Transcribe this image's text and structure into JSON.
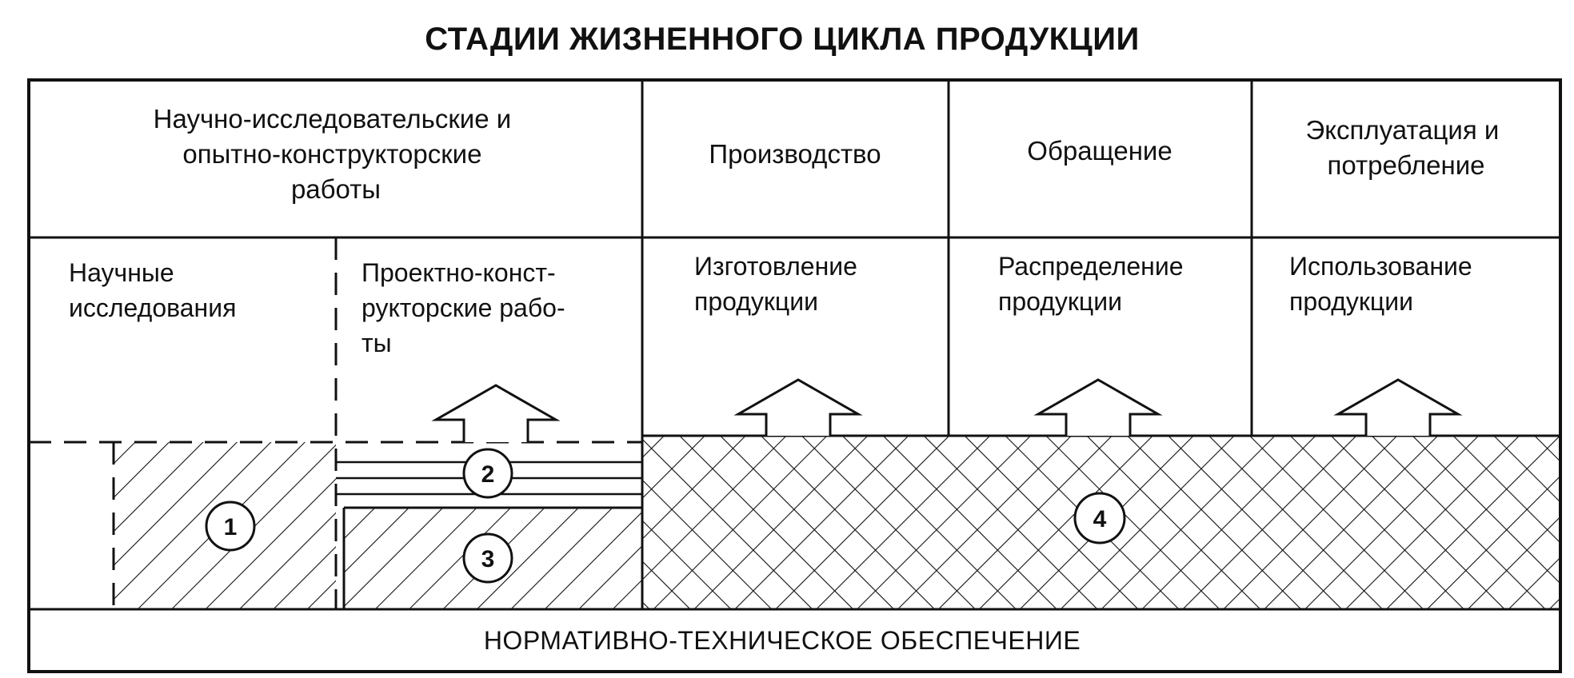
{
  "title": "СТАДИИ ЖИЗНЕННОГО ЦИКЛА ПРОДУКЦИИ",
  "stages": [
    {
      "lines": [
        "Научно-исследовательские и",
        "опытно-конструкторские",
        "работы"
      ]
    },
    {
      "lines": [
        "Производство"
      ]
    },
    {
      "lines": [
        "Обращение"
      ]
    },
    {
      "lines": [
        "Эксплуатация и",
        "потребление"
      ]
    }
  ],
  "substages": [
    {
      "lines": [
        "Научные",
        "исследования"
      ]
    },
    {
      "lines": [
        "Проектно-конст-",
        "рукторские рабо-",
        "ты"
      ]
    },
    {
      "lines": [
        "Изготовление",
        "продукции"
      ]
    },
    {
      "lines": [
        "Распределение",
        "продукции"
      ]
    },
    {
      "lines": [
        "Использование",
        "продукции"
      ]
    }
  ],
  "zones": [
    {
      "label": "1"
    },
    {
      "label": "2"
    },
    {
      "label": "3"
    },
    {
      "label": "4"
    }
  ],
  "footer": "НОРМАТИВНО-ТЕХНИЧЕСКОЕ ОБЕСПЕЧЕНИЕ",
  "colors": {
    "ink": "#111111",
    "paper": "#ffffff"
  }
}
